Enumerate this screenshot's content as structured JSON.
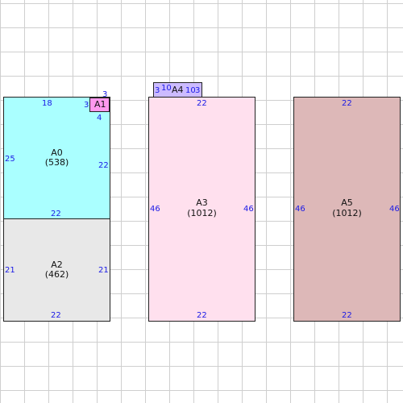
{
  "blocks": {
    "a0": {
      "label": "A0",
      "area": "(538)",
      "top": "18",
      "left": "25",
      "right": "22",
      "bottom": "22",
      "color": "#aaffff"
    },
    "a1": {
      "label": "A1",
      "top": "3",
      "left": "3",
      "bottom": "4",
      "color": "#ff99ee"
    },
    "a2": {
      "label": "A2",
      "area": "(462)",
      "left": "21",
      "right": "21",
      "bottom": "22",
      "color": "#e8e8e8"
    },
    "a3": {
      "label": "A3",
      "area": "(1012)",
      "top": "22",
      "left": "46",
      "right": "46",
      "bottom": "22",
      "color": "#ffe0ee"
    },
    "a4": {
      "label": "A4",
      "left_a": "3",
      "left_b": "10",
      "right_a": "10",
      "right_b": "3",
      "color": "#ccbbff"
    },
    "a5": {
      "label": "A5",
      "area": "(1012)",
      "top": "22",
      "left": "46",
      "right": "46",
      "bottom": "22",
      "color": "#ddb8b8"
    }
  }
}
